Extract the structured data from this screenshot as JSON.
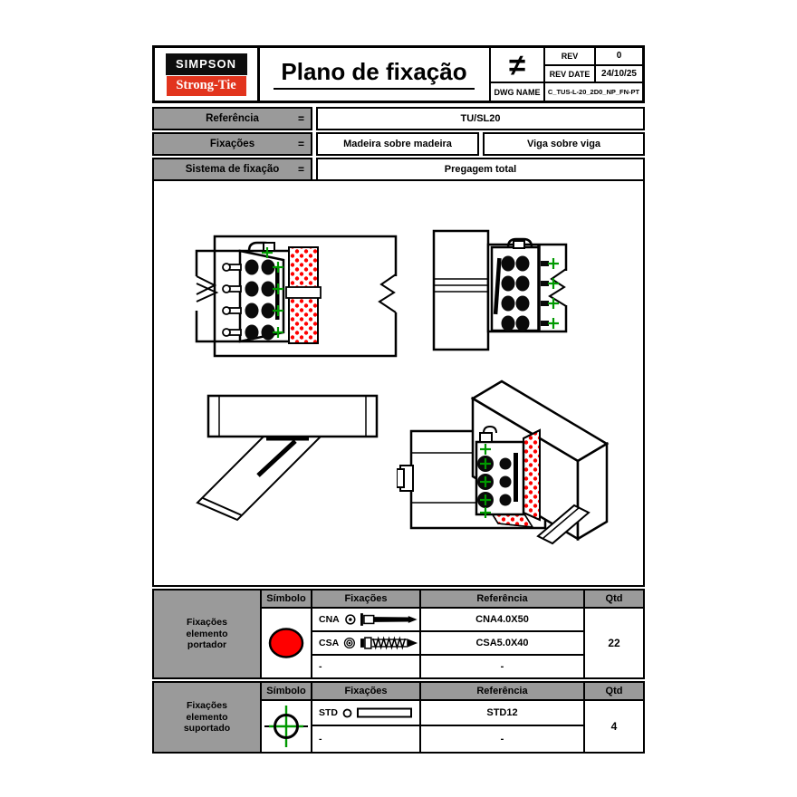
{
  "colors": {
    "brand_black": "#0d0d0d",
    "brand_red": "#e2341d",
    "accent_red": "#ff0000",
    "accent_green": "#009900",
    "cell_gray": "#9a9a9a"
  },
  "header": {
    "logo_line1": "SIMPSON",
    "logo_line2": "Strong-Tie",
    "title": "Plano de fixação",
    "symbol": "≠",
    "rev_label": "REV",
    "rev_value": "0",
    "rev_date_label": "REV DATE",
    "rev_date_value": "24/10/25",
    "dwg_label": "DWG NAME",
    "dwg_value": "C_TUS-L-20_2D0_NP_FN-PT"
  },
  "info_rows": [
    {
      "label": "Referência",
      "eq": "=",
      "values": [
        "TU/SL20"
      ]
    },
    {
      "label": "Fixações",
      "eq": "=",
      "values": [
        "Madeira sobre madeira",
        "Viga sobre viga"
      ]
    },
    {
      "label": "Sistema de fixação",
      "eq": "=",
      "values": [
        "Pregagem total"
      ]
    }
  ],
  "fixing_tables": [
    {
      "group_lines": [
        "Fixações",
        "elemento",
        "portador"
      ],
      "columns": [
        "Símbolo",
        "Fixações",
        "Referência",
        "Qtd"
      ],
      "symbol": "red-circle",
      "rows": [
        {
          "fixing": "CNA",
          "reference": "CNA4.0X50"
        },
        {
          "fixing": "CSA",
          "reference": "CSA5.0X40"
        },
        {
          "fixing": "-",
          "reference": "-"
        }
      ],
      "qty": "22"
    },
    {
      "group_lines": [
        "Fixações",
        "elemento",
        "suportado"
      ],
      "columns": [
        "Símbolo",
        "Fixações",
        "Referência",
        "Qtd"
      ],
      "symbol": "crosshair",
      "rows": [
        {
          "fixing": "STD",
          "reference": "STD12"
        },
        {
          "fixing": "-",
          "reference": "-"
        }
      ],
      "qty": "4"
    }
  ]
}
